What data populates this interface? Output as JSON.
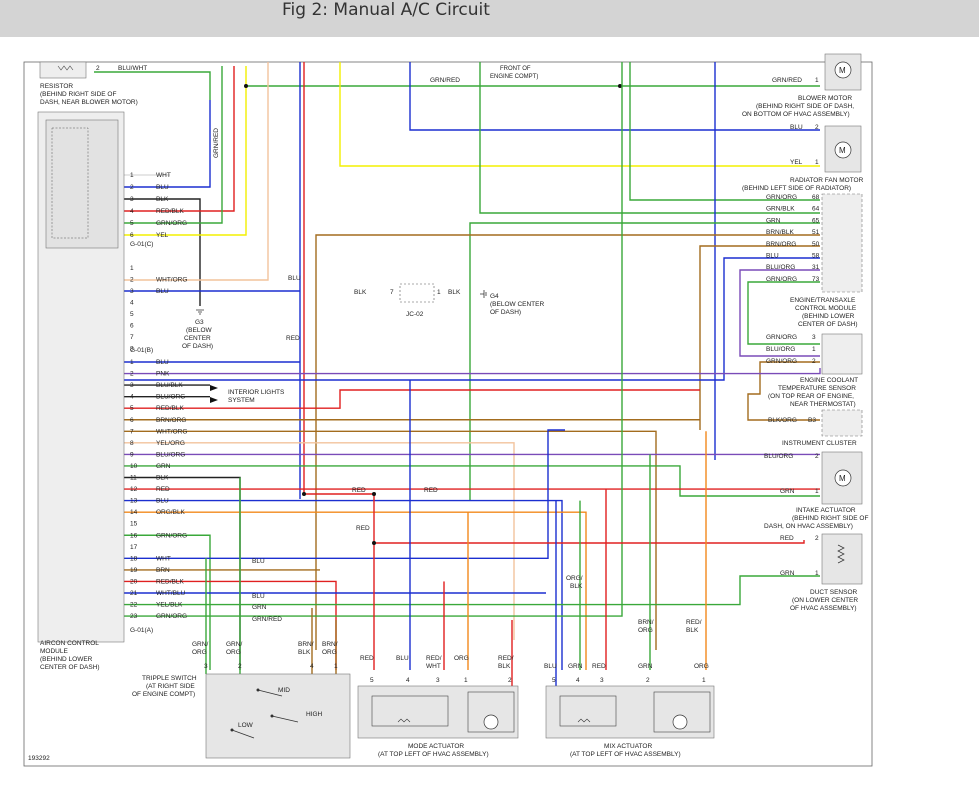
{
  "header": {
    "title": "Fig 2: Manual A/C Circuit"
  },
  "figure_id": "193292",
  "colors": {
    "blue": "#1b2fd0",
    "red": "#e02020",
    "green": "#3aa83a",
    "yellow": "#f3f000",
    "orange": "#f2891c",
    "brown": "#a36c1e",
    "tan": "#f2c39c",
    "purple": "#7a4bb8",
    "black": "#222222",
    "white_wire": "#dddddd",
    "gray_box": "#e6e6e6"
  },
  "labels": {
    "resistor": [
      "RESISTOR",
      "(BEHIND RIGHT SIDE OF",
      "DASH, NEAR BLOWER MOTOR)"
    ],
    "front_engine": [
      "FRONT OF",
      "ENGINE COMPT)"
    ],
    "blower_motor": [
      "BLOWER MOTOR",
      "(BEHIND RIGHT SIDE OF DASH,",
      "ON BOTTOM OF HVAC ASSEMBLY)"
    ],
    "radiator_fan": [
      "RADIATOR FAN MOTOR",
      "(BEHIND LEFT SIDE OF RADIATOR)"
    ],
    "ecm": [
      "ENGINE/TRANSAXLE",
      "CONTROL MODULE",
      "(BEHIND LOWER",
      "CENTER OF DASH)"
    ],
    "coolant_sensor": [
      "ENGINE COOLANT",
      "TEMPERATURE SENSOR",
      "(ON TOP REAR OF ENGINE,",
      "NEAR THERMOSTAT)"
    ],
    "instrument_cluster": "INSTRUMENT CLUSTER",
    "intake_actuator": [
      "INTAKE ACTUATOR",
      "(BEHIND RIGHT SIDE OF",
      "DASH, ON HVAC ASSEMBLY)"
    ],
    "duct_sensor": [
      "DUCT SENSOR",
      "(ON LOWER CENTER",
      "OF HVAC ASSEMBLY)"
    ],
    "aircon_module": [
      "AIRCON CONTROL",
      "MODULE",
      "(BEHIND LOWER",
      "CENTER OF DASH)"
    ],
    "triple_switch": [
      "TRIPPLE SWITCH",
      "(AT RIGHT SIDE",
      "OF ENGINE COMPT)"
    ],
    "mode_actuator": [
      "MODE ACTUATOR",
      "(AT TOP LEFT OF HVAC ASSEMBLY)"
    ],
    "mix_actuator": [
      "MIX ACTUATOR",
      "(AT TOP LEFT OF HVAC ASSEMBLY)"
    ],
    "g3": [
      "G3",
      "(BELOW",
      "CENTER",
      "OF DASH)"
    ],
    "g4": [
      "G4",
      "(BELOW CENTER",
      "OF DASH)"
    ],
    "jc02": "JC-02",
    "interior_lights": [
      "INTERIOR LIGHTS",
      "SYSTEM"
    ],
    "connectors": {
      "c": "G-01(C)",
      "b": "G-01(B)",
      "a": "G-01(A)"
    },
    "switch": {
      "mid": "MID",
      "high": "HIGH",
      "low": "LOW"
    }
  },
  "c_pins": [
    {
      "num": "1",
      "wire": "WHT"
    },
    {
      "num": "2",
      "wire": "BLU"
    },
    {
      "num": "3",
      "wire": "BLK"
    },
    {
      "num": "4",
      "wire": "RED/BLK"
    },
    {
      "num": "5",
      "wire": "GRN/ORG"
    },
    {
      "num": "6",
      "wire": "YEL"
    }
  ],
  "b_pins": [
    {
      "num": "1",
      "wire": ""
    },
    {
      "num": "2",
      "wire": "WHT/ORG"
    },
    {
      "num": "3",
      "wire": "BLU"
    },
    {
      "num": "4",
      "wire": ""
    },
    {
      "num": "5",
      "wire": ""
    },
    {
      "num": "6",
      "wire": ""
    },
    {
      "num": "7",
      "wire": ""
    },
    {
      "num": "8",
      "wire": ""
    }
  ],
  "a_pins": [
    {
      "num": "1",
      "wire": "BLU"
    },
    {
      "num": "2",
      "wire": "PNK"
    },
    {
      "num": "3",
      "wire": "BLU/BLK"
    },
    {
      "num": "4",
      "wire": "BLU/ORG"
    },
    {
      "num": "5",
      "wire": "RED/BLK"
    },
    {
      "num": "6",
      "wire": "BRN/ORG"
    },
    {
      "num": "7",
      "wire": "WHT/ORG"
    },
    {
      "num": "8",
      "wire": "YEL/ORG"
    },
    {
      "num": "9",
      "wire": "BLU/ORG"
    },
    {
      "num": "10",
      "wire": "GRN"
    },
    {
      "num": "11",
      "wire": "BLK"
    },
    {
      "num": "12",
      "wire": "RED"
    },
    {
      "num": "13",
      "wire": "BLU"
    },
    {
      "num": "14",
      "wire": "ORG/BLK"
    },
    {
      "num": "15",
      "wire": ""
    },
    {
      "num": "16",
      "wire": "GRN/ORG"
    },
    {
      "num": "17",
      "wire": ""
    },
    {
      "num": "18",
      "wire": "WHT"
    },
    {
      "num": "19",
      "wire": "BRN"
    },
    {
      "num": "20",
      "wire": "RED/BLK"
    },
    {
      "num": "21",
      "wire": "WHT/BLU"
    },
    {
      "num": "22",
      "wire": "YEL/BLK"
    },
    {
      "num": "23",
      "wire": "GRN/ORG"
    }
  ],
  "ecm_pins": [
    {
      "wire": "GRN/ORG",
      "num": "68"
    },
    {
      "wire": "GRN/BLK",
      "num": "64"
    },
    {
      "wire": "GRN",
      "num": "65"
    },
    {
      "wire": "BRN/BLK",
      "num": "51"
    },
    {
      "wire": "BRN/ORG",
      "num": "50"
    },
    {
      "wire": "BLU",
      "num": "58"
    },
    {
      "wire": "BLU/ORG",
      "num": "31"
    },
    {
      "wire": "GRN/ORG",
      "num": "73"
    }
  ],
  "ect_pins": [
    {
      "wire": "GRN/ORG",
      "num": "3"
    },
    {
      "wire": "BLU/ORG",
      "num": "1"
    },
    {
      "wire": "GRN/ORG",
      "num": "2"
    }
  ],
  "misc_wires": {
    "blu_wht": "BLU/WHT",
    "grn_red": "GRN/RED",
    "blower_grn_red": "GRN/RED",
    "blower_pin": "1",
    "resistor_pin": "2",
    "rad_blu": "BLU",
    "rad_blu_pin": "2",
    "rad_yel": "YEL",
    "rad_yel_pin": "1",
    "vert_grn_red": "GRN/RED",
    "vert_blu": "BLU",
    "vert_red": "RED",
    "blk1": "BLK",
    "blk2": "BLK",
    "jc_pin7": "7",
    "jc_pin1": "1",
    "ic_wire": "BLK/ORG",
    "ic_pin": "B3",
    "intake_bluorg": "BLU/ORG",
    "intake_pin2": "2",
    "intake_grn": "GRN",
    "intake_pin1": "1",
    "duct_red": "RED",
    "duct_pin2": "2",
    "duct_grn": "GRN",
    "duct_pin1": "1",
    "red_mid": "RED",
    "red_right": "RED",
    "red_v": "RED",
    "blu18": "BLU",
    "blu21": "BLU",
    "grn22": "GRN",
    "grnred23": "GRN/RED",
    "org_blk": [
      "ORG/",
      "BLK"
    ],
    "brn_org": [
      "BRN/",
      "ORG"
    ],
    "red_blk": [
      "RED/",
      "BLK"
    ]
  },
  "switch_pins": [
    {
      "wire": [
        "GRN/",
        "ORG"
      ],
      "num": "3"
    },
    {
      "wire": [
        "GRN/",
        "ORG"
      ],
      "num": "2"
    },
    {
      "wire": [
        "BRN/",
        "BLK"
      ],
      "num": "4"
    },
    {
      "wire": [
        "BRN/",
        "ORG"
      ],
      "num": "1"
    }
  ],
  "mode_pins": [
    {
      "wire": [
        "RED"
      ],
      "num": "5"
    },
    {
      "wire": [
        "BLU"
      ],
      "num": "4"
    },
    {
      "wire": [
        "RED/",
        "WHT"
      ],
      "num": "3"
    },
    {
      "wire": [
        "ORG"
      ],
      "num": "1"
    },
    {
      "wire": [
        "RED/",
        "BLK"
      ],
      "num": "2"
    }
  ],
  "mix_pins": [
    {
      "wire": [
        "BLU"
      ],
      "num": "5"
    },
    {
      "wire": [
        "GRN"
      ],
      "num": "4"
    },
    {
      "wire": [
        "RED"
      ],
      "num": "3"
    },
    {
      "wire": [
        "GRN"
      ],
      "num": "2"
    },
    {
      "wire": [
        "ORG"
      ],
      "num": "1"
    }
  ]
}
